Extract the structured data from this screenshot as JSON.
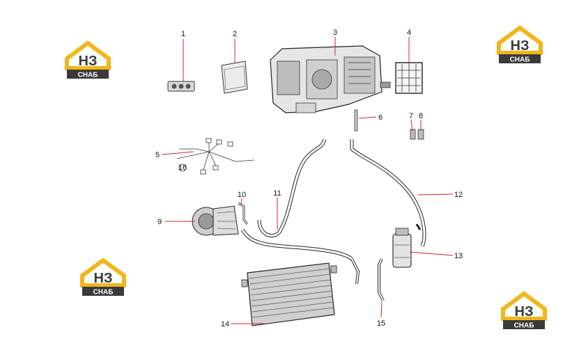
{
  "logo": {
    "mark": "НЗ",
    "word": "СНАБ",
    "colors": {
      "roof": "#f2b51b",
      "mark": "#3a3a3a",
      "band": "#3a3a3a",
      "word": "#ffffff"
    }
  },
  "callouts": {
    "leader_color": "#d9202a",
    "items": [
      "1",
      "2",
      "3",
      "4",
      "5",
      "6",
      "7",
      "8",
      "9",
      "10",
      "11",
      "12",
      "13",
      "14",
      "15"
    ]
  },
  "part_sub_label": "16"
}
